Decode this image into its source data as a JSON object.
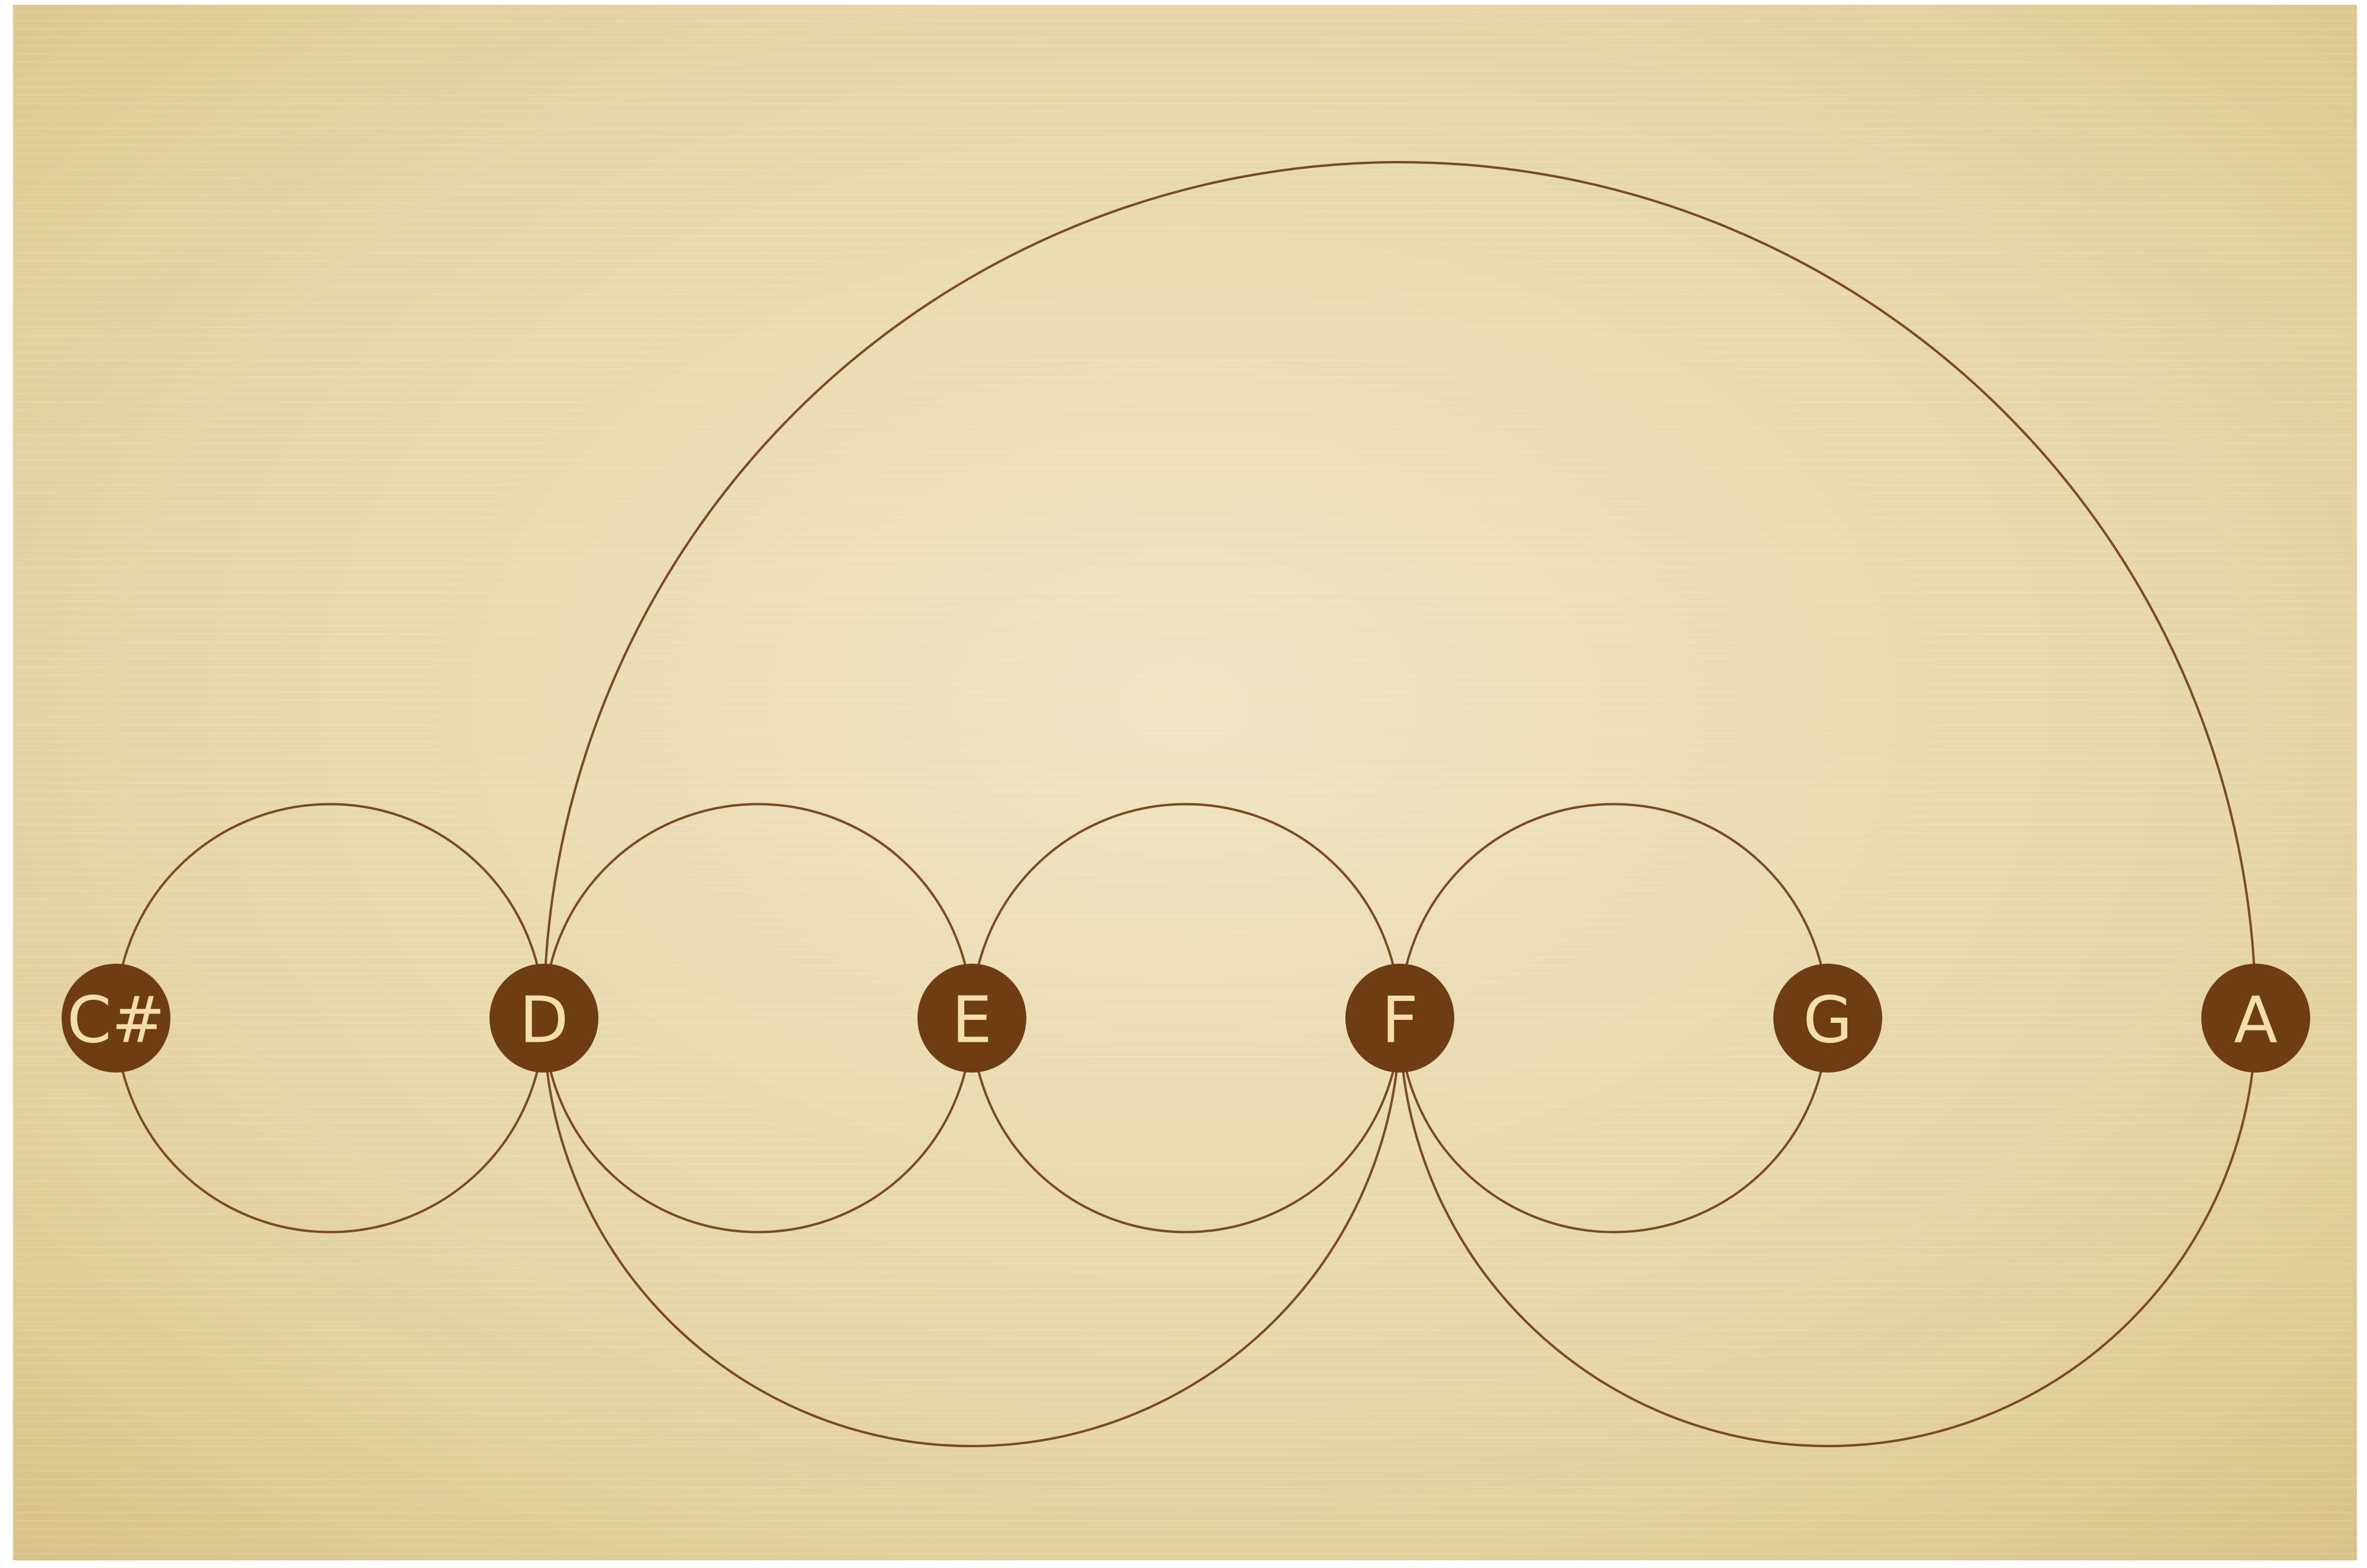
{
  "diagram": {
    "nodes": [
      {
        "id": "cs",
        "label": "C#"
      },
      {
        "id": "d",
        "label": "D"
      },
      {
        "id": "e",
        "label": "E"
      },
      {
        "id": "f",
        "label": "F"
      },
      {
        "id": "g",
        "label": "G"
      },
      {
        "id": "a",
        "label": "A"
      }
    ],
    "edges": [
      {
        "from": "cs",
        "to": "d",
        "side": "both"
      },
      {
        "from": "d",
        "to": "e",
        "side": "both"
      },
      {
        "from": "e",
        "to": "f",
        "side": "both"
      },
      {
        "from": "f",
        "to": "g",
        "side": "both"
      },
      {
        "from": "d",
        "to": "f",
        "side": "below"
      },
      {
        "from": "f",
        "to": "a",
        "side": "below"
      },
      {
        "from": "d",
        "to": "a",
        "side": "above"
      }
    ]
  },
  "colors": {
    "background": "#e9dcb4",
    "background_edge": "#dcc68f",
    "stroke": "#7a4a22",
    "node_fill": "#6e3d14",
    "node_text": "#f3dfae"
  }
}
